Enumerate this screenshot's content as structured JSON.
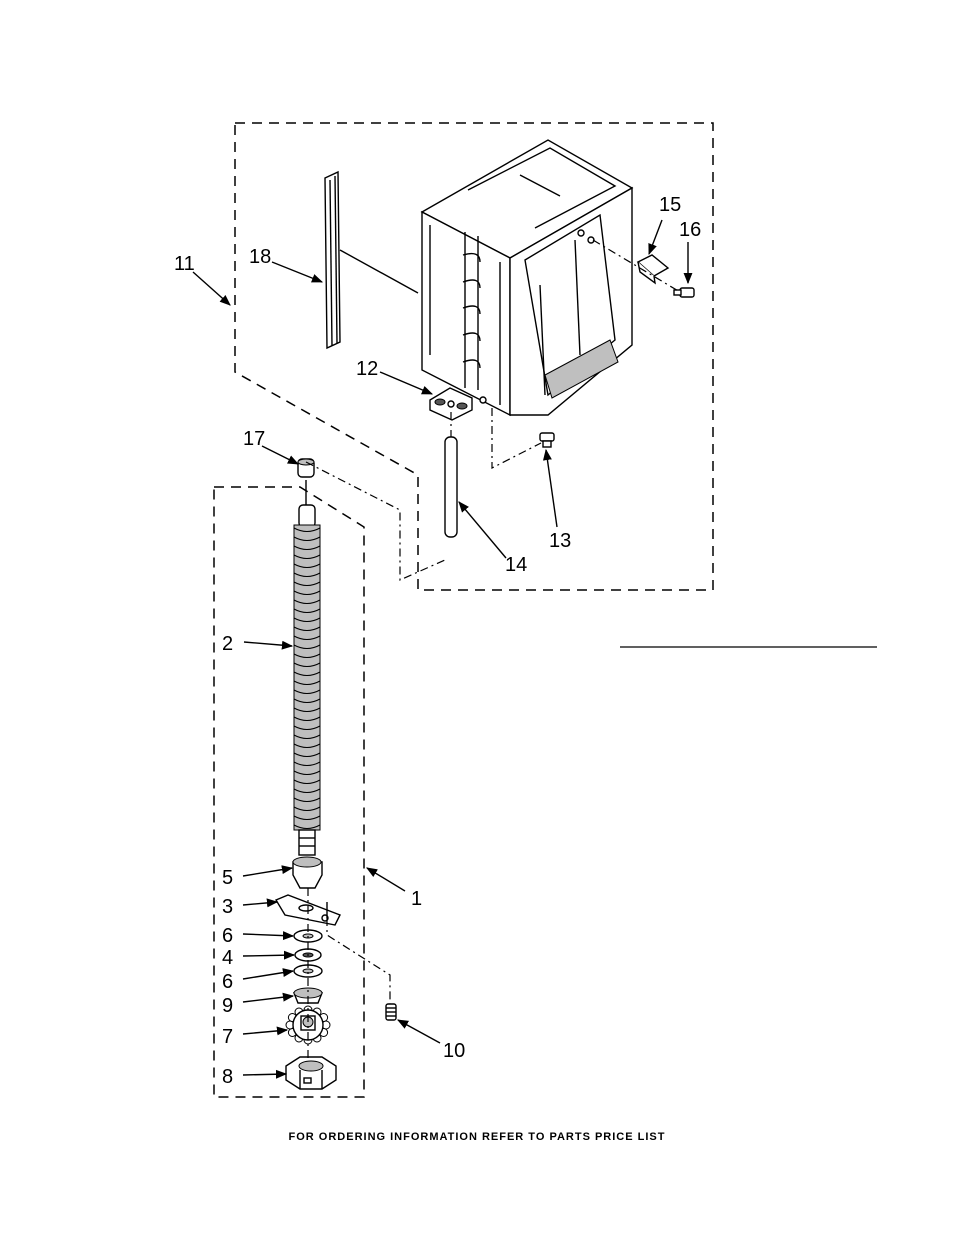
{
  "callouts": {
    "c1": "1",
    "c2": "2",
    "c3": "3",
    "c4": "4",
    "c5": "5",
    "c6a": "6",
    "c6b": "6",
    "c7": "7",
    "c8": "8",
    "c9": "9",
    "c10": "10",
    "c11": "11",
    "c12": "12",
    "c13": "13",
    "c14": "14",
    "c15": "15",
    "c16": "16",
    "c17": "17",
    "c18": "18"
  },
  "footer": {
    "note": "FOR ORDERING INFORMATION REFER TO PARTS PRICE LIST"
  }
}
